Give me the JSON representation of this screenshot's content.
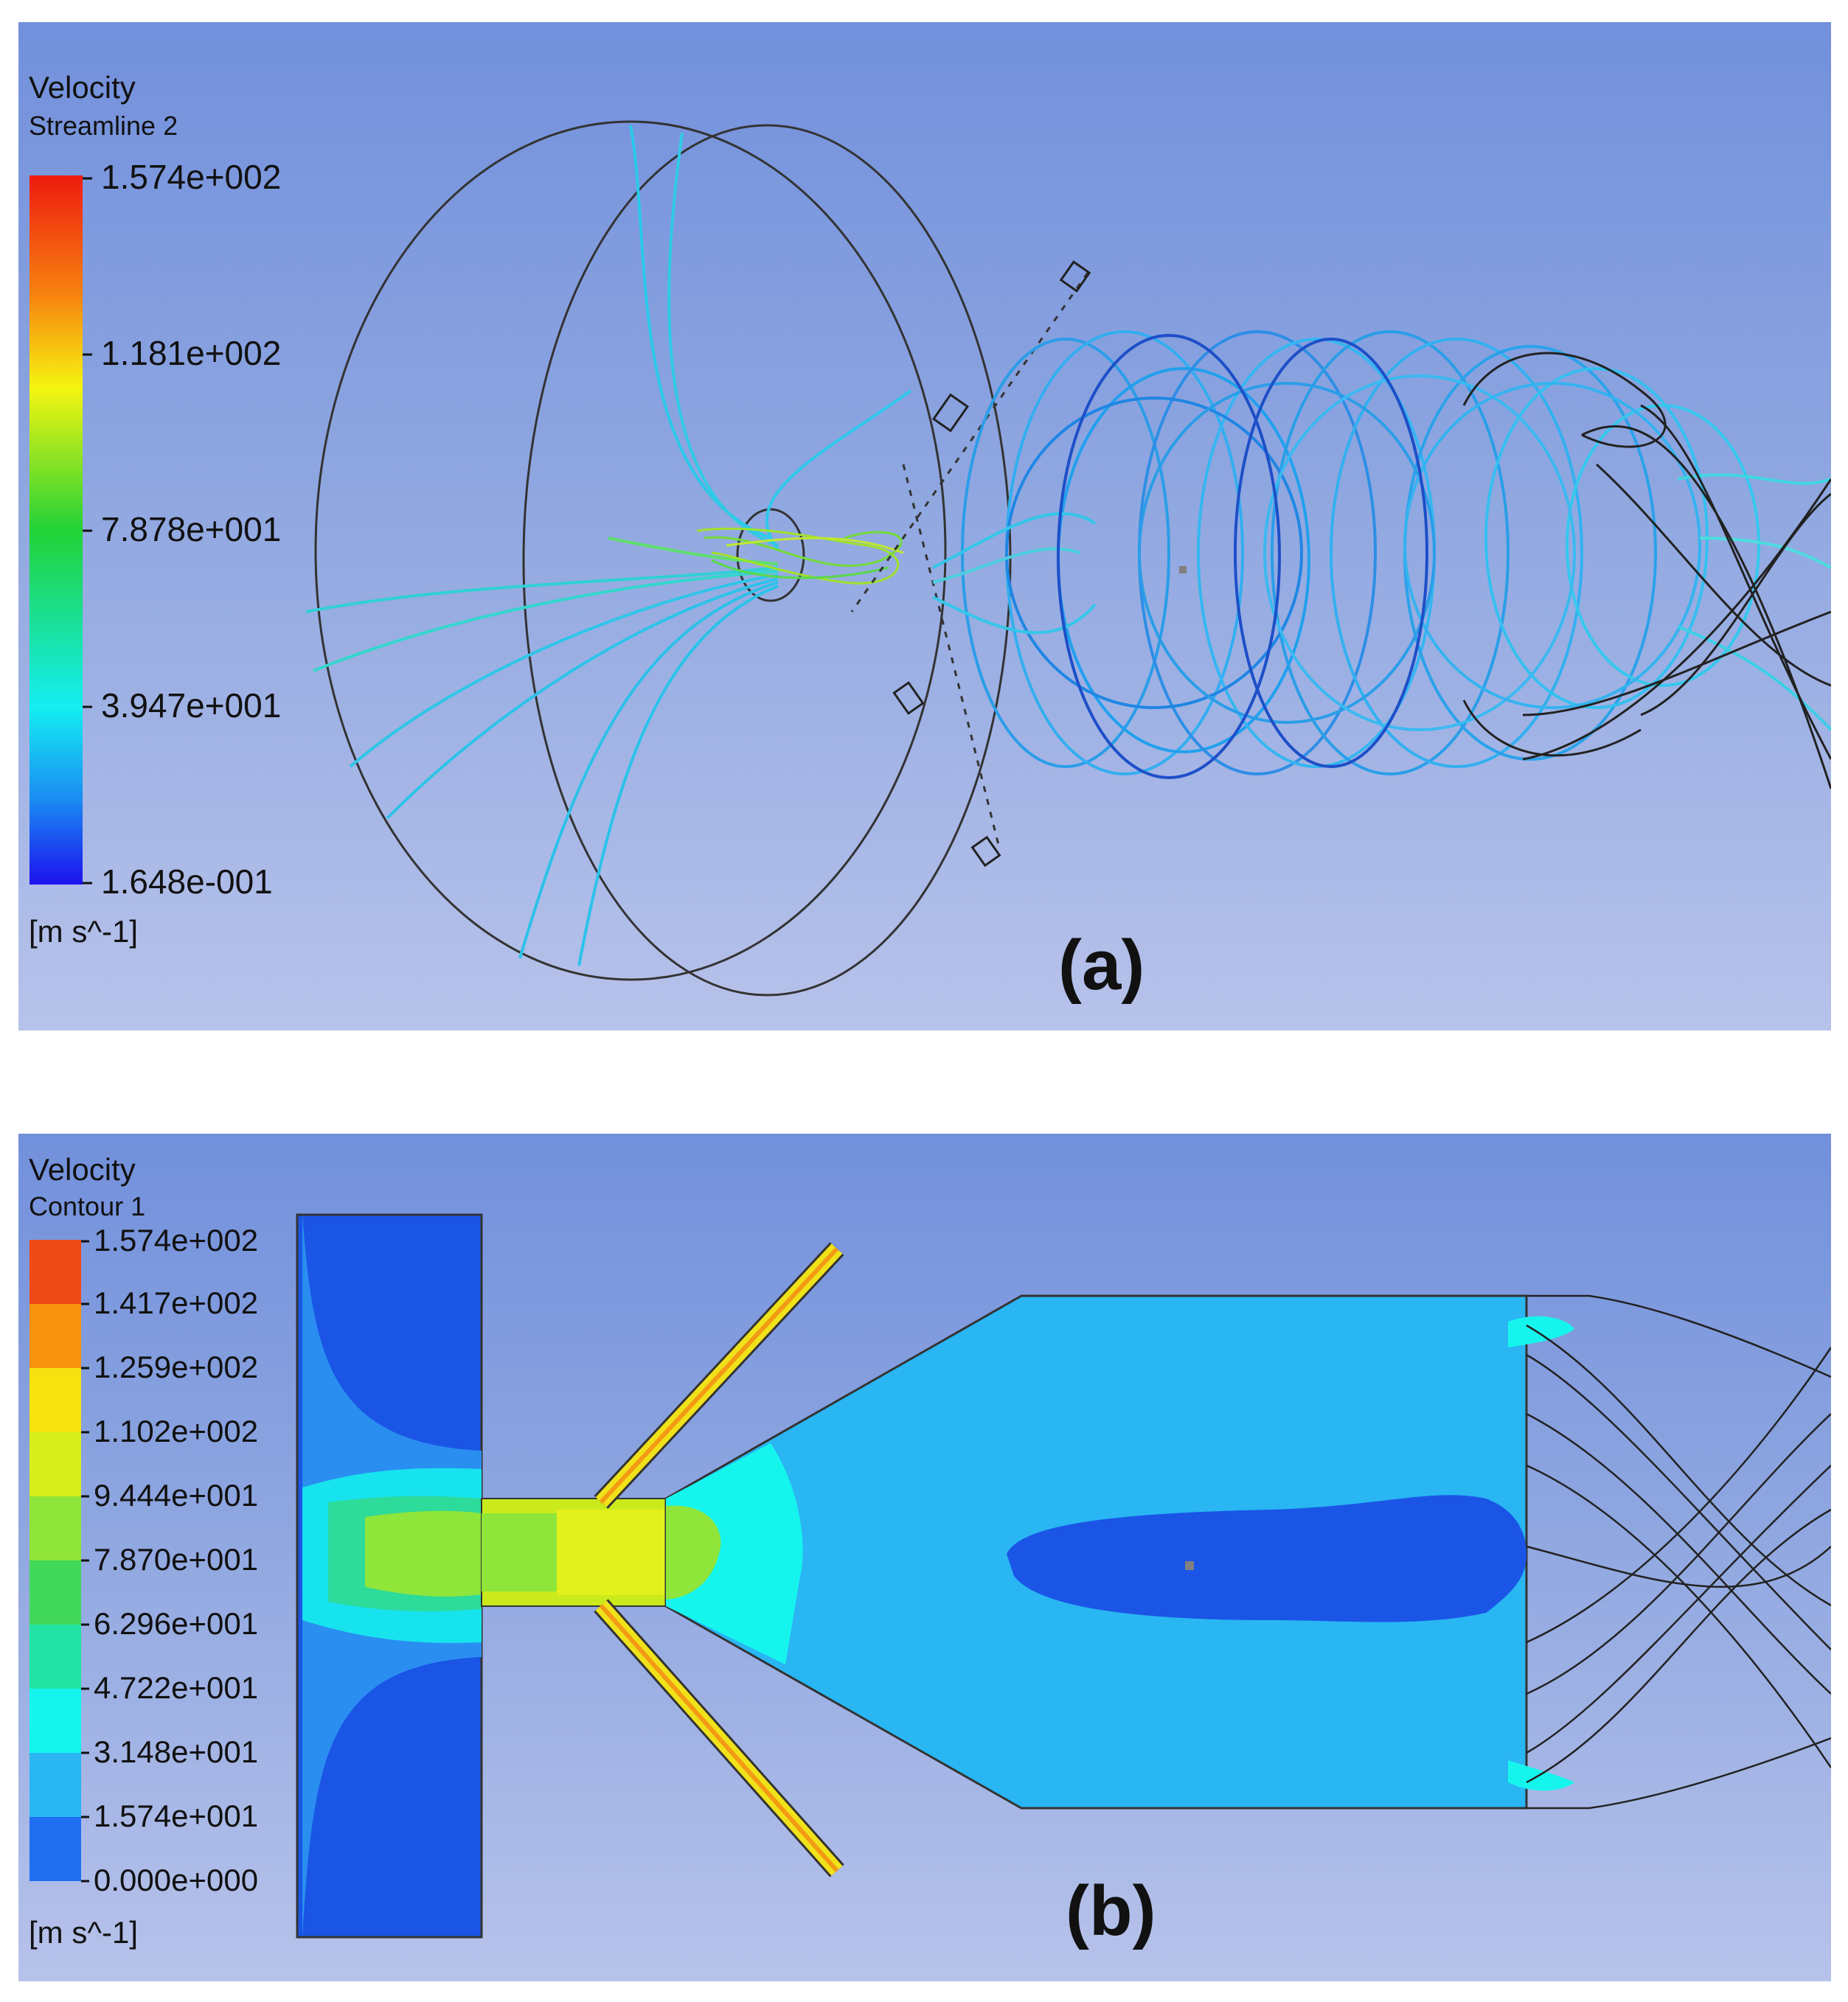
{
  "panel_a": {
    "legend_variable": "Velocity",
    "legend_object": "Streamline 2",
    "tick_labels": [
      "1.574e+002",
      "1.181e+002",
      "7.878e+001",
      "3.947e+001",
      "1.648e-001"
    ],
    "units": "[m s^-1]",
    "caption": "(a)"
  },
  "panel_b": {
    "legend_variable": "Velocity",
    "legend_object": "Contour 1",
    "tick_labels": [
      "1.574e+002",
      "1.417e+002",
      "1.259e+002",
      "1.102e+002",
      "9.444e+001",
      "7.870e+001",
      "6.296e+001",
      "4.722e+001",
      "3.148e+001",
      "1.574e+001",
      "0.000e+000"
    ],
    "units": "[m s^-1]",
    "caption": "(b)"
  },
  "colors": {
    "band_colors_top_to_bottom": [
      "#ee4a16",
      "#f7930f",
      "#f7e20f",
      "#d6ef1a",
      "#8fe53a",
      "#42d85a",
      "#21e4a4",
      "#16f5ed",
      "#29b6f3",
      "#1f6ef0"
    ],
    "geometry_lines": "#222222"
  }
}
